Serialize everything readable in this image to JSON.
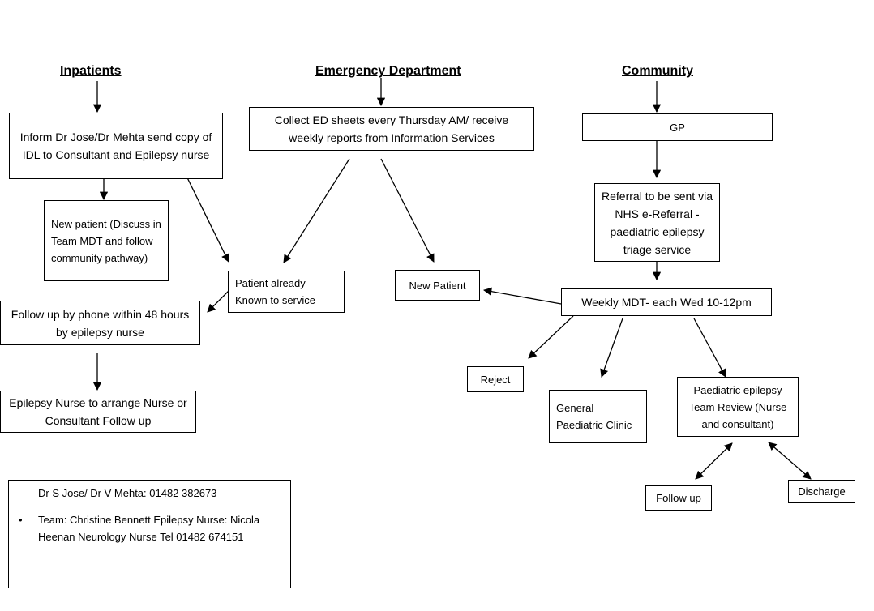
{
  "headings": {
    "inpatients": "Inpatients",
    "emergency": "Emergency Department",
    "community": "Community"
  },
  "boxes": {
    "inform": "Inform Dr Jose/Dr Mehta send copy of IDL to Consultant and Epilepsy nurse",
    "new_patient_discuss": "New patient (Discuss in Team MDT and follow community pathway)",
    "patient_already_known": "Patient already Known to service",
    "follow_up_phone": "Follow up by phone within 48 hours by epilepsy nurse",
    "epilepsy_nurse_arrange": "Epilepsy Nurse to arrange Nurse or Consultant Follow up",
    "collect_ed": "Collect ED sheets every Thursday AM/ receive weekly reports from Information Services",
    "new_patient": "New Patient",
    "gp": "GP",
    "referral": "Referral to be sent via NHS e-Referral - paediatric epilepsy triage service",
    "weekly_mdt": "Weekly MDT- each Wed 10-12pm",
    "reject": "Reject",
    "general_clinic": "General Paediatric Clinic",
    "team_review": "Paediatric epilepsy Team Review (Nurse and consultant)",
    "follow_up": "Follow up",
    "discharge": "Discharge"
  },
  "contacts": {
    "line1": "Dr S Jose/ Dr V Mehta: 01482 382673",
    "line2": "Team: Christine Bennett Epilepsy Nurse: Nicola Heenan Neurology Nurse  Tel 01482 674151"
  }
}
